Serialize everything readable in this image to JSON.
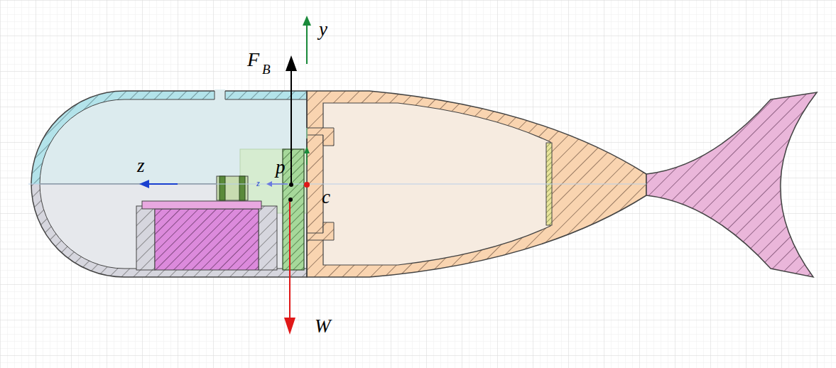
{
  "diagram": {
    "labels": [
      "y",
      "F",
      "B",
      "z",
      "p",
      "z",
      "c",
      "W"
    ]
  }
}
